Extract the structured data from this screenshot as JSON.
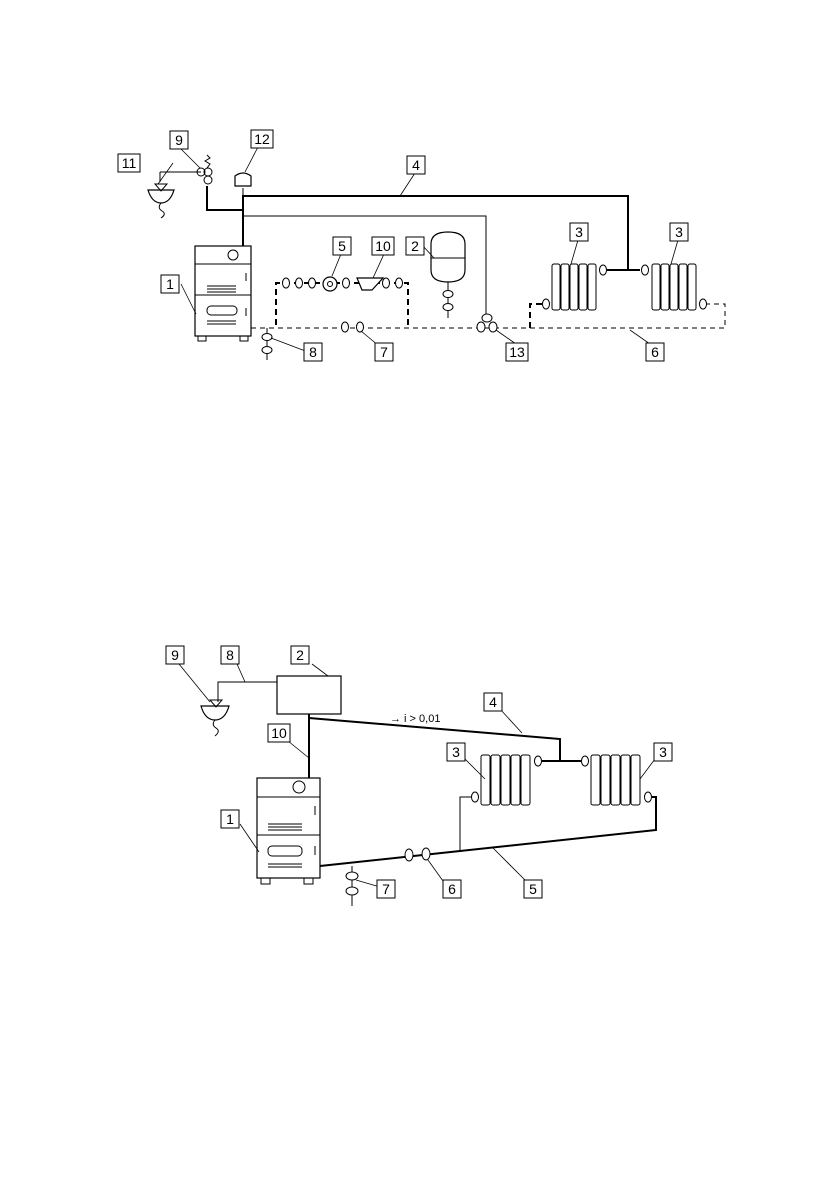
{
  "diagram_top": {
    "labels": {
      "l1": "1",
      "l2": "2",
      "l3a": "3",
      "l3b": "3",
      "l4": "4",
      "l5": "5",
      "l6": "6",
      "l7": "7",
      "l8": "8",
      "l9": "9",
      "l10": "10",
      "l11": "11",
      "l12": "12",
      "l13": "13"
    }
  },
  "diagram_bottom": {
    "labels": {
      "l1": "1",
      "l2": "2",
      "l3a": "3",
      "l3b": "3",
      "l4": "4",
      "l5": "5",
      "l6": "6",
      "l7": "7",
      "l8": "8",
      "l9": "9",
      "l10": "10"
    },
    "slope_note": "→ i > 0,01"
  }
}
